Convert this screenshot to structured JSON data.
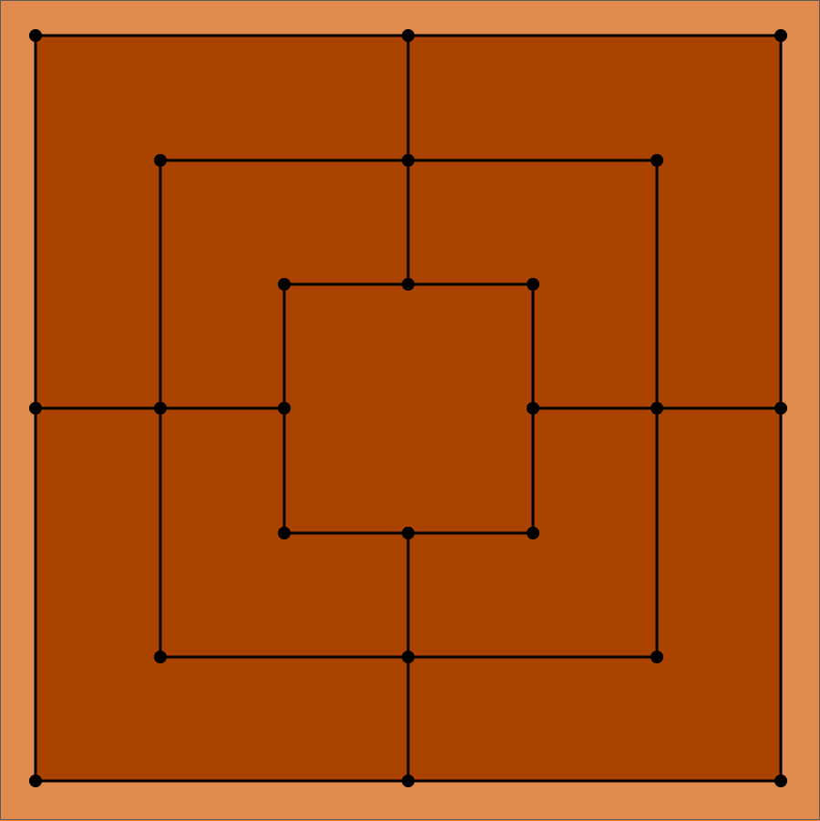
{
  "game": {
    "kind": "nine-mens-morris-board",
    "board_color": "#aa4200",
    "frame_color": "#e08a4e",
    "line_color": "#000000",
    "point_color": "#000000"
  },
  "board": {
    "rings": [
      "outer",
      "middle",
      "inner"
    ],
    "points_per_ring": 8,
    "pieces": []
  }
}
